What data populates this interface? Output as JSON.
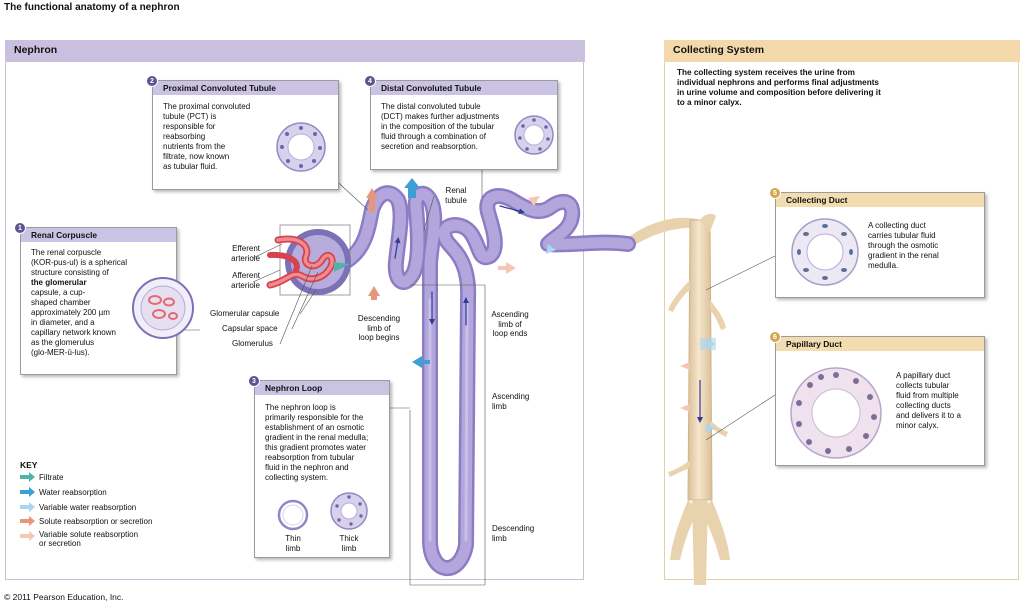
{
  "page_title": "The functional anatomy of a nephron",
  "copyright": "© 2011 Pearson Education, Inc.",
  "regions": {
    "nephron": {
      "title": "Nephron"
    },
    "collecting": {
      "title": "Collecting System",
      "description": "The collecting system receives the urine from individual nephrons and performs final adjustments in urine volume and composition before delivering it to a minor calyx."
    }
  },
  "boxes": {
    "renal_corpuscle": {
      "number": "1",
      "title": "Renal Corpuscle",
      "text": [
        "The renal corpuscle",
        "(KOR-pus-ul) is a spherical",
        "structure consisting of",
        "the glomerular",
        "capsule, a cup-",
        "shaped chamber",
        "approximately 200 µm",
        "in diameter, and a",
        "capillary network known",
        "as the glomerulus",
        "(glo-MER-ū-lus)."
      ]
    },
    "pct": {
      "number": "2",
      "title": "Proximal Convoluted Tubule",
      "text": [
        "The proximal convoluted",
        "tubule (PCT) is",
        "responsible for",
        "reabsorbing",
        "nutrients from the",
        "filtrate, now known",
        "as tubular fluid."
      ]
    },
    "loop": {
      "number": "3",
      "title": "Nephron Loop",
      "text": [
        "The nephron loop is",
        "primarily responsible for the",
        "establishment of an osmotic",
        "gradient in the renal medulla;",
        "this gradient promotes water",
        "reabsorption from tubular",
        "fluid in the nephron and",
        "collecting system."
      ],
      "thin_label": [
        "Thin",
        "limb"
      ],
      "thick_label": [
        "Thick",
        "limb"
      ]
    },
    "dct": {
      "number": "4",
      "title": "Distal Convoluted Tubule",
      "text": [
        "The distal convoluted tubule",
        "(DCT) makes further adjustments",
        "in the composition of the tubular",
        "fluid through a combination of",
        "secretion and reabsorption."
      ]
    },
    "collecting_duct": {
      "number": "5",
      "title": "Collecting Duct",
      "text": [
        "A collecting duct",
        "carries tubular fluid",
        "through the osmotic",
        "gradient in the renal",
        "medulla."
      ]
    },
    "papillary_duct": {
      "number": "6",
      "title": "Papillary Duct",
      "text": [
        "A papillary duct",
        "collects tubular",
        "fluid from multiple",
        "collecting ducts",
        "and delivers it to a",
        "minor calyx."
      ]
    }
  },
  "labels": {
    "efferent": [
      "Efferent",
      "arteriole"
    ],
    "afferent": [
      "Afferent",
      "arteriole"
    ],
    "glomerular_capsule": "Glomerular capsule",
    "capsular_space": "Capsular space",
    "glomerulus": "Glomerulus",
    "renal_tubule": [
      "Renal",
      "tubule"
    ],
    "descending_begins": [
      "Descending",
      "limb of",
      "loop begins"
    ],
    "ascending_ends": [
      "Ascending",
      "limb of",
      "loop ends"
    ],
    "ascending_limb": [
      "Ascending",
      "limb"
    ],
    "descending_limb": [
      "Descending",
      "limb"
    ]
  },
  "key": {
    "title": "KEY",
    "items": [
      {
        "label": "Filtrate",
        "icon": "filtrate-arrow-icon",
        "color": "#4fb3a7"
      },
      {
        "label": "Water reabsorption",
        "icon": "water-arrow-icon",
        "color": "#3e9fd6"
      },
      {
        "label": "Variable water reabsorption",
        "icon": "variable-water-arrow-icon",
        "color": "#a9d6f0"
      },
      {
        "label": "Solute reabsorption or secretion",
        "icon": "solute-arrow-icon",
        "color": "#e8967a"
      },
      {
        "label": "Variable solute reabsorption",
        "label2": "or secretion",
        "icon": "variable-solute-arrow-icon",
        "color": "#f4c7b3"
      }
    ]
  },
  "colors": {
    "tubule": "#a89bd4",
    "tubule_dark": "#8c7dc3",
    "duct": "#f0dcc0",
    "duct_edge": "#d9bf98",
    "vessel": "#e46a6f",
    "header_purple": "#cbc3e3",
    "header_tan": "#f3dcb0"
  }
}
